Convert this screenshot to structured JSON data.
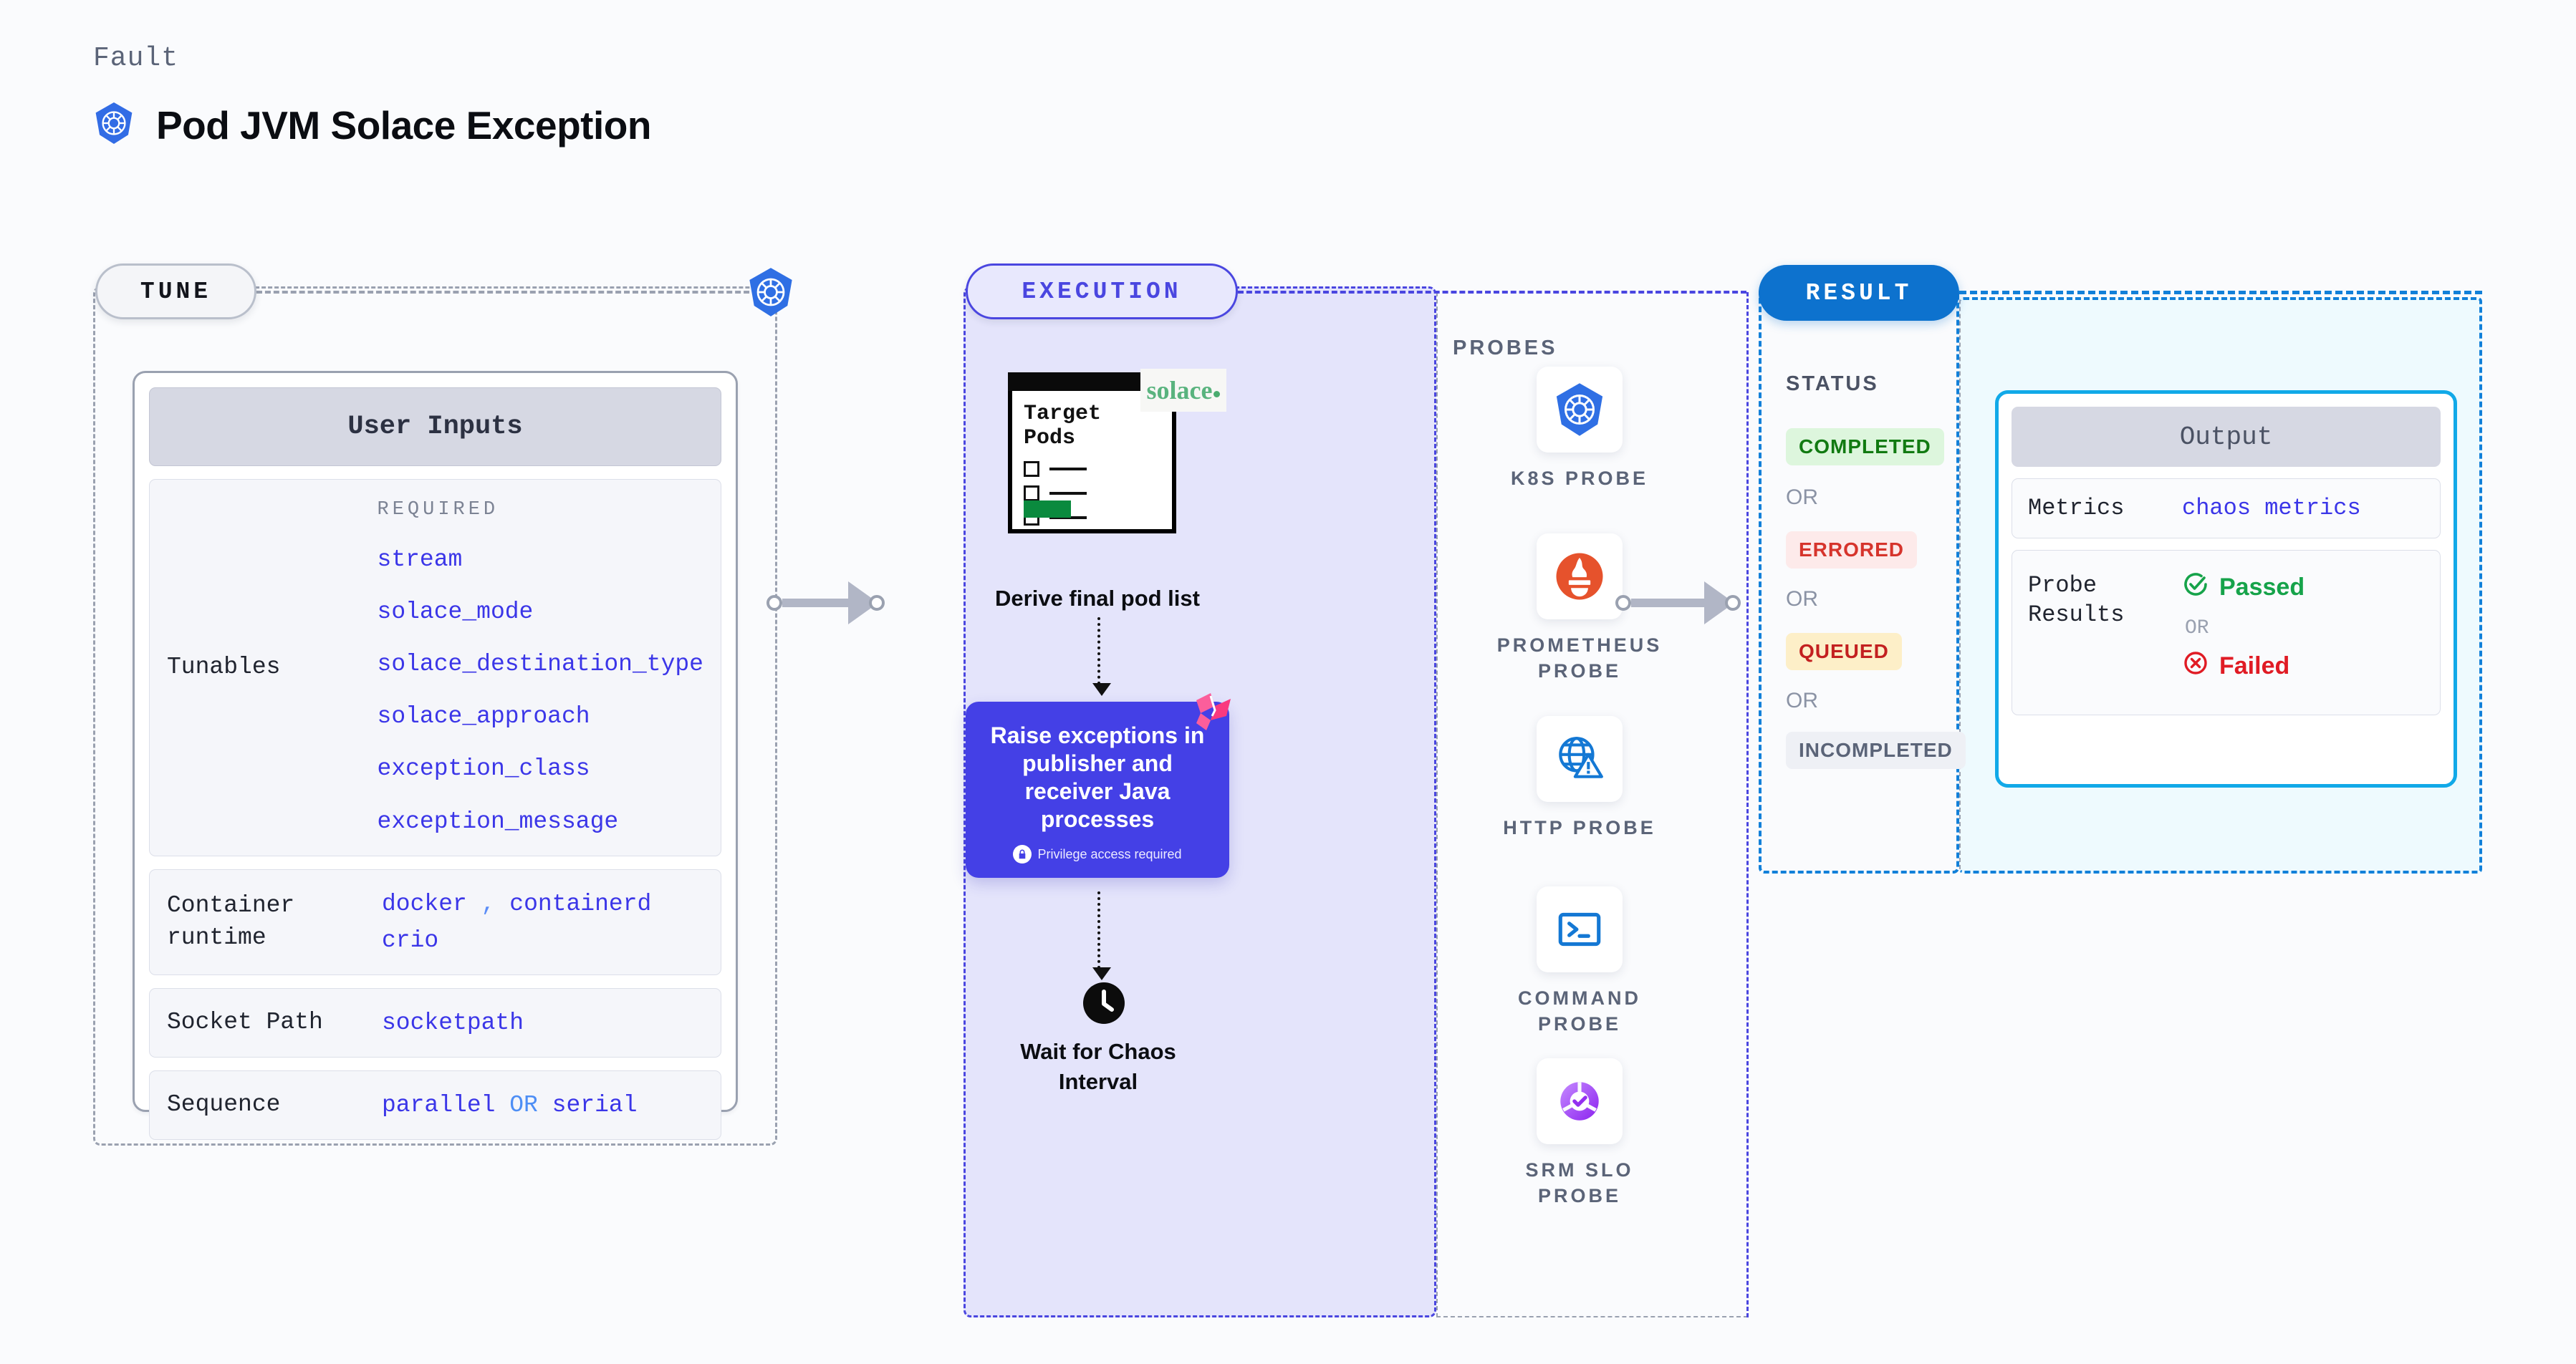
{
  "header": {
    "eyebrow": "Fault",
    "title": "Pod JVM Solace Exception",
    "icon": "kubernetes-icon"
  },
  "tune": {
    "stage_label": "TUNE",
    "badge_icon": "kubernetes-icon",
    "card_title": "User Inputs",
    "rows": [
      {
        "label": "Tunables",
        "required_header": "REQUIRED",
        "items": [
          "stream",
          "solace_mode",
          "solace_destination_type",
          "solace_approach",
          "exception_class",
          "exception_message"
        ]
      },
      {
        "label": "Container runtime",
        "values": [
          "docker",
          "containerd",
          "crio"
        ],
        "separator": ","
      },
      {
        "label": "Socket Path",
        "values": [
          "socketpath"
        ]
      },
      {
        "label": "Sequence",
        "values": [
          "parallel",
          "serial"
        ],
        "separator": "OR"
      }
    ]
  },
  "execution": {
    "stage_label": "EXECUTION",
    "pods_card": {
      "title": "Target Pods",
      "checkbox_count": 3,
      "brand": "solace"
    },
    "step1_caption": "Derive final pod list",
    "action_card": {
      "title": "Raise exceptions in publisher and receiver Java processes",
      "privilege_note": "Privilege access required",
      "lock_icon": "lock-icon",
      "ribbon_icon": "litmus-ribbon-icon"
    },
    "step3_caption": "Wait for Chaos Interval",
    "clock_icon": "clock-icon",
    "probes": {
      "title": "PROBES",
      "items": [
        {
          "label": "K8S PROBE",
          "icon": "kubernetes-icon"
        },
        {
          "label": "PROMETHEUS PROBE",
          "icon": "prometheus-icon"
        },
        {
          "label": "HTTP PROBE",
          "icon": "globe-warning-icon"
        },
        {
          "label": "COMMAND PROBE",
          "icon": "terminal-icon"
        },
        {
          "label": "SRM SLO PROBE",
          "icon": "srm-slo-icon"
        }
      ]
    }
  },
  "result": {
    "stage_label": "RESULT",
    "status_title": "STATUS",
    "or_label": "OR",
    "statuses": [
      {
        "label": "COMPLETED",
        "bg": "#ddf6dd",
        "fg": "#117a11"
      },
      {
        "label": "ERRORED",
        "bg": "#fdeaea",
        "fg": "#d6342c"
      },
      {
        "label": "QUEUED",
        "bg": "#fdefc8",
        "fg": "#c32020"
      },
      {
        "label": "INCOMPLETED",
        "bg": "#eef0f5",
        "fg": "#5b6478"
      }
    ],
    "output": {
      "title": "Output",
      "metrics_label": "Metrics",
      "metrics_value": "chaos metrics",
      "probe_results_label": "Probe Results",
      "passed_label": "Passed",
      "failed_label": "Failed",
      "or_label": "OR",
      "passed_icon": "check-circle-icon",
      "failed_icon": "x-circle-icon"
    }
  },
  "colors": {
    "accent_purple": "#4440e6",
    "accent_blue": "#0d72ce",
    "accent_cyan": "#11a9e8",
    "tunable_value": "#3b36e8",
    "k8s_blue": "#326ce5"
  }
}
